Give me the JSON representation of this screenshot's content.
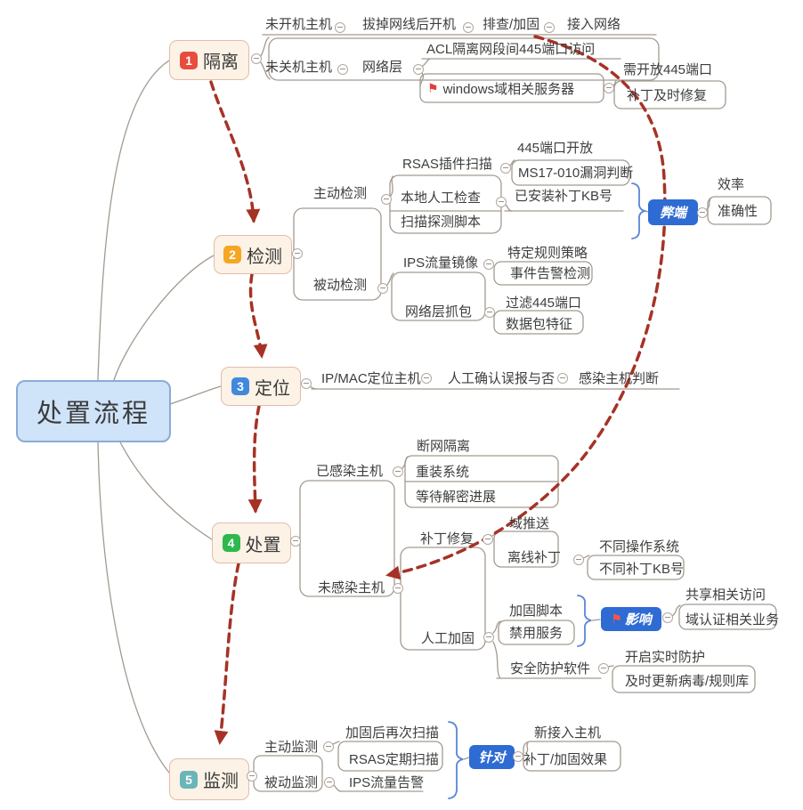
{
  "title": "处置流程",
  "colors": {
    "structure_line": "#a39a90",
    "text": "#3d3d3d",
    "relationship_arrow": "#a63226",
    "callout_blue": "#2e6bd3",
    "brace_blue": "#5b86d7",
    "branch_fill": "#fcf2e6",
    "branch_border": "#e2bda9",
    "root_fill": "#cfe3f9",
    "badge_1": "#e84c3d",
    "badge_2": "#f5a623",
    "badge_3": "#4189dd",
    "badge_4": "#2eb84e",
    "badge_5": "#6ab5b8"
  },
  "main": {
    "m1": {
      "num": "1",
      "label": "隔离"
    },
    "m2": {
      "num": "2",
      "label": "检测"
    },
    "m3": {
      "num": "3",
      "label": "定位"
    },
    "m4": {
      "num": "4",
      "label": "处置"
    },
    "m5": {
      "num": "5",
      "label": "监测"
    }
  },
  "callouts": {
    "drawback": "弊端",
    "impact": "影响",
    "target": "针对"
  },
  "flag_nodes": {
    "windows_domain_servers": "windows域相关服务器"
  },
  "labels": {
    "host_not_powered": "未开机主机",
    "unplug_then_boot": "拔掉网线后开机",
    "inspect_harden": "排查/加固",
    "connect_network": "接入网络",
    "host_running": "未关机主机",
    "network_layer": "网络层",
    "acl_isolate": "ACL隔离网段间445端口访问",
    "need_open_445": "需开放445端口",
    "patch_timely": "补丁及时修复",
    "active_detect": "主动检测",
    "rsas_plugin_scan": "RSAS插件扫描",
    "port_445_open": "445端口开放",
    "ms17_010_judge": "MS17-010漏洞判断",
    "local_manual_check": "本地人工检查",
    "installed_patch_kb": "已安装补丁KB号",
    "scan_probe_script": "扫描探测脚本",
    "efficiency": "效率",
    "accuracy": "准确性",
    "passive_detect": "被动检测",
    "ips_traffic_mirror": "IPS流量镜像",
    "specific_rules": "特定规则策略",
    "event_alert_detect": "事件告警检测",
    "network_capture": "网络层抓包",
    "filter_445": "过滤445端口",
    "packet_signature": "数据包特征",
    "ip_mac_locate": "IP/MAC定位主机",
    "manual_confirm_fp": "人工确认误报与否",
    "infected_judge": "感染主机判断",
    "infected_hosts": "已感染主机",
    "disconnect_isolate": "断网隔离",
    "reinstall_system": "重装系统",
    "wait_decrypt": "等待解密进展",
    "uninfected_hosts": "未感染主机",
    "patch_repair": "补丁修复",
    "domain_push": "域推送",
    "offline_patch": "离线补丁",
    "different_os": "不同操作系统",
    "different_kb": "不同补丁KB号",
    "manual_harden": "人工加固",
    "harden_script": "加固脚本",
    "disable_service": "禁用服务",
    "share_access": "共享相关访问",
    "domain_auth_biz": "域认证相关业务",
    "security_software": "安全防护软件",
    "realtime_protect": "开启实时防护",
    "update_virus_db": "及时更新病毒/规则库",
    "active_monitor": "主动监测",
    "rescan_after_harden": "加固后再次扫描",
    "rsas_periodic_scan": "RSAS定期扫描",
    "passive_monitor": "被动监测",
    "ips_traffic_alert": "IPS流量告警",
    "new_hosts": "新接入主机",
    "patch_harden_effect": "补丁/加固效果"
  }
}
